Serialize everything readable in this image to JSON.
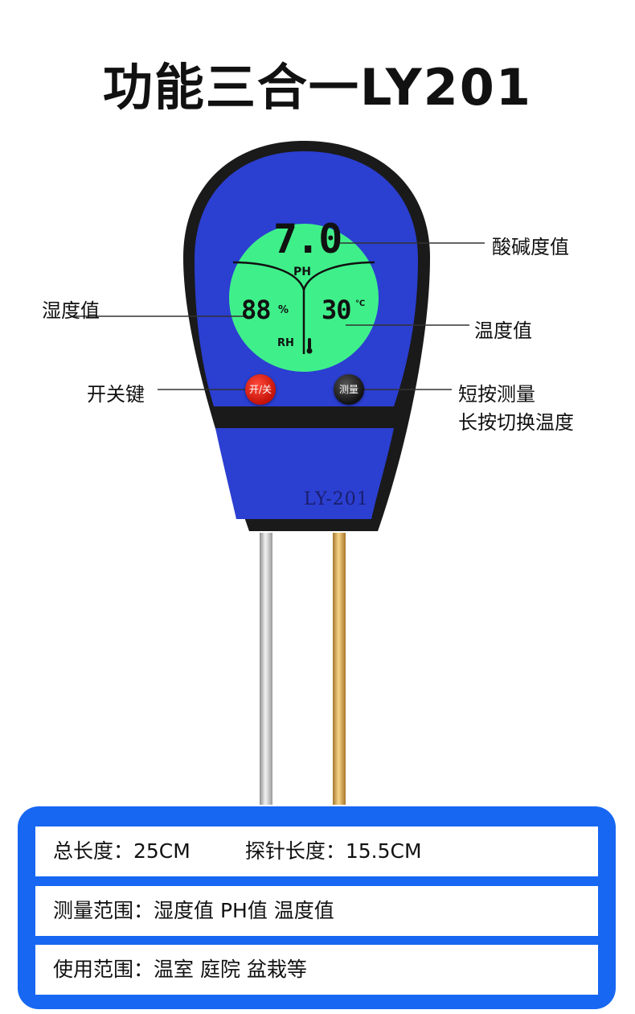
{
  "title": "功能三合一LY201",
  "device": {
    "model": "LY-201",
    "colors": {
      "body": "#2b3fd1",
      "frame": "#1a1a1a",
      "lcd": "#3ff08a",
      "probe_steel": "#c8c8c8",
      "probe_copper": "#d2a24a"
    },
    "lcd": {
      "ph_value": "7.0",
      "ph_unit": "PH",
      "humidity_value": "88",
      "humidity_percent": "%",
      "humidity_label": "RH",
      "temp_value": "30",
      "temp_unit": "℃",
      "thermometer_icon": "thermometer-icon"
    },
    "buttons": {
      "power": "开/关",
      "measure": "测量"
    }
  },
  "callouts": {
    "ph": "酸碱度值",
    "humidity": "湿度值",
    "temperature": "温度值",
    "power": "开关键",
    "measure_line1": "短按测量",
    "measure_line2": "长按切换温度"
  },
  "specs": {
    "length_label": "总长度：25CM",
    "probe_label": "探针长度：15.5CM",
    "range": "测量范围：湿度值 PH值 温度值",
    "usage": "使用范围：温室 庭院 盆栽等"
  }
}
